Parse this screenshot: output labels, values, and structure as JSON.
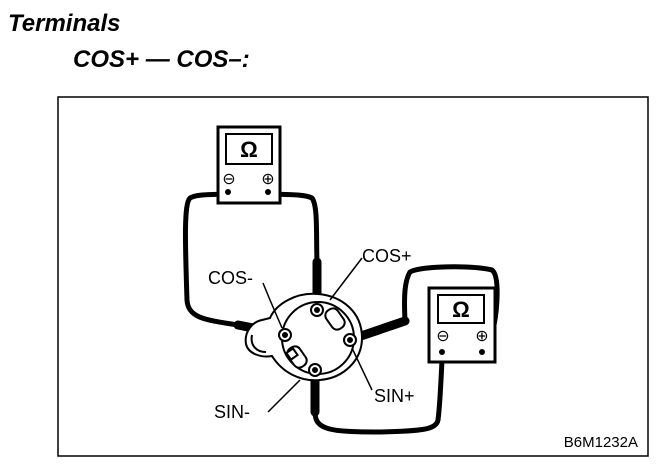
{
  "heading": "Terminals",
  "subheading": "COS+ — COS–:",
  "diagram": {
    "labels": {
      "cos_plus": "COS+",
      "cos_minus": "COS-",
      "sin_minus": "SIN-",
      "sin_plus": "SIN+"
    },
    "meter_symbol": "Ω",
    "meter_negative": "⊖",
    "meter_positive": "⊕",
    "figure_code": "B6M1232A"
  }
}
